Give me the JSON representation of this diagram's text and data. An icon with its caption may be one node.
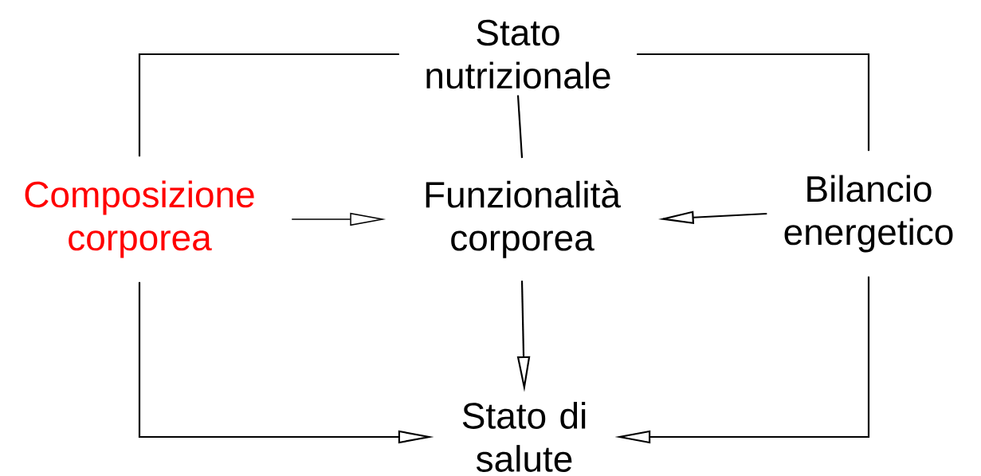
{
  "diagram": {
    "nodes": [
      {
        "text": [
          "Stato nutrizionale"
        ]
      },
      {
        "text": [
          "Composizione corporea"
        ]
      },
      {
        "text": [
          "Funzionalità corporea"
        ]
      },
      {
        "text": [
          "Bilancio energetico"
        ]
      },
      {
        "text": [
          "Stato di salute"
        ]
      }
    ],
    "edges": [
      {
        "from": 0,
        "to": 1,
        "arrow": "none"
      },
      {
        "from": 0,
        "to": 3,
        "arrow": "none"
      },
      {
        "from": 0,
        "to": 2,
        "arrow": "none"
      },
      {
        "from": 1,
        "to": 2,
        "arrow": "to"
      },
      {
        "from": 3,
        "to": 2,
        "arrow": "to"
      },
      {
        "from": 2,
        "to": 4,
        "arrow": "to"
      },
      {
        "from": 1,
        "to": 4,
        "arrow": "to"
      },
      {
        "from": 3,
        "to": 4,
        "arrow": "to"
      }
    ]
  }
}
